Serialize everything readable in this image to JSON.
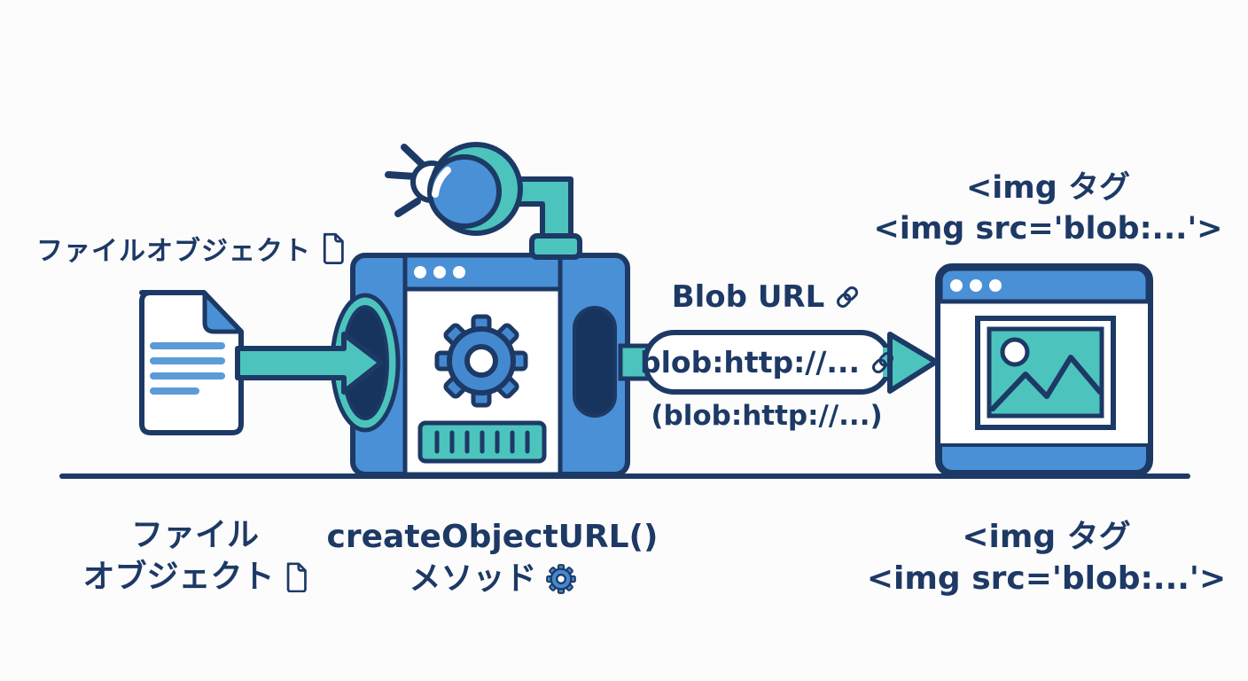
{
  "diagram_subject": "createObjectURL flow",
  "colors": {
    "navy_outline_text": "#1d3965",
    "blue_fill": "#4a90d6",
    "blue_gear": "#4489cf",
    "teal_fill": "#4cc4bd",
    "dark_port": "#16345e",
    "doc_line_blue": "#5b9bd8",
    "background": "#fcfcfc",
    "white": "#ffffff"
  },
  "input": {
    "label": "ファイルオブジェクト",
    "caption_line1": "ファイル",
    "caption_line2": "オブジェクト"
  },
  "process": {
    "caption_line1": "createObjectURL()",
    "caption_line2": "メソッド"
  },
  "output_url": {
    "label": "Blob URL",
    "pill_text": "blob:http://...",
    "sub_text": "(blob:http://...)"
  },
  "result": {
    "heading_line1": "<img タグ",
    "heading_line2": "<img src='blob:...'>",
    "caption_line1": "<img タグ",
    "caption_line2": "<img src='blob:...'>"
  },
  "icons": {
    "file": "document-icon",
    "link": "chain-link-icon",
    "gear": "gear-icon",
    "camera": "scanner-lamp-icon",
    "image_placeholder": "image-icon",
    "window_dots": "window-control-dots"
  }
}
